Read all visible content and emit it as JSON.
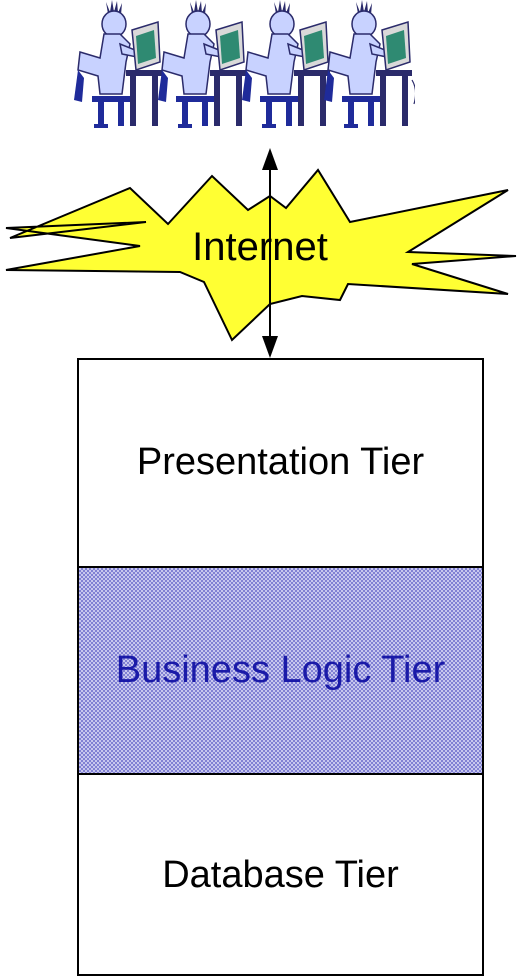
{
  "diagram": {
    "internet_label": "Internet",
    "users_icon": "users-at-computers-icon",
    "tiers": [
      {
        "label": "Presentation Tier"
      },
      {
        "label": "Business Logic Tier"
      },
      {
        "label": "Database Tier"
      }
    ]
  },
  "colors": {
    "starburst_fill": "#ffff33",
    "business_tier_text": "#1a1aa8",
    "business_tier_pattern": "#4646be",
    "user_skin": "#c8d2ff",
    "monitor_screen": "#2f8a72",
    "chair": "#1f2b9a"
  }
}
